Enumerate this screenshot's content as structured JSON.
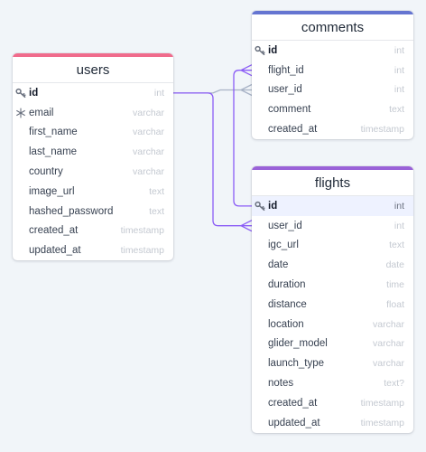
{
  "colors": {
    "users_accent": "#f06b8c",
    "comments_accent": "#6575d1",
    "flights_accent": "#9a62d8",
    "relation_selected": "#8b5cf6",
    "relation_default": "#a8b3c6",
    "background": "#f1f5f9"
  },
  "icons": {
    "primary_key": "key-icon",
    "unique": "snowflake-icon"
  },
  "tables": {
    "users": {
      "name": "users",
      "columns": [
        {
          "name": "id",
          "type": "int",
          "pk": true
        },
        {
          "name": "email",
          "type": "varchar",
          "unique": true
        },
        {
          "name": "first_name",
          "type": "varchar"
        },
        {
          "name": "last_name",
          "type": "varchar"
        },
        {
          "name": "country",
          "type": "varchar"
        },
        {
          "name": "image_url",
          "type": "text"
        },
        {
          "name": "hashed_password",
          "type": "text"
        },
        {
          "name": "created_at",
          "type": "timestamp"
        },
        {
          "name": "updated_at",
          "type": "timestamp"
        }
      ]
    },
    "comments": {
      "name": "comments",
      "columns": [
        {
          "name": "id",
          "type": "int",
          "pk": true
        },
        {
          "name": "flight_id",
          "type": "int"
        },
        {
          "name": "user_id",
          "type": "int"
        },
        {
          "name": "comment",
          "type": "text"
        },
        {
          "name": "created_at",
          "type": "timestamp"
        }
      ]
    },
    "flights": {
      "name": "flights",
      "columns": [
        {
          "name": "id",
          "type": "int",
          "pk": true,
          "selected": true
        },
        {
          "name": "user_id",
          "type": "int"
        },
        {
          "name": "igc_url",
          "type": "text"
        },
        {
          "name": "date",
          "type": "date"
        },
        {
          "name": "duration",
          "type": "time"
        },
        {
          "name": "distance",
          "type": "float"
        },
        {
          "name": "location",
          "type": "varchar"
        },
        {
          "name": "glider_model",
          "type": "varchar"
        },
        {
          "name": "launch_type",
          "type": "varchar"
        },
        {
          "name": "notes",
          "type": "text?"
        },
        {
          "name": "created_at",
          "type": "timestamp"
        },
        {
          "name": "updated_at",
          "type": "timestamp"
        }
      ]
    }
  },
  "relations": [
    {
      "from": "users.id",
      "to": "comments.user_id",
      "highlighted": false
    },
    {
      "from": "users.id",
      "to": "flights.user_id",
      "highlighted": true
    },
    {
      "from": "flights.id",
      "to": "comments.flight_id",
      "highlighted": true
    }
  ]
}
